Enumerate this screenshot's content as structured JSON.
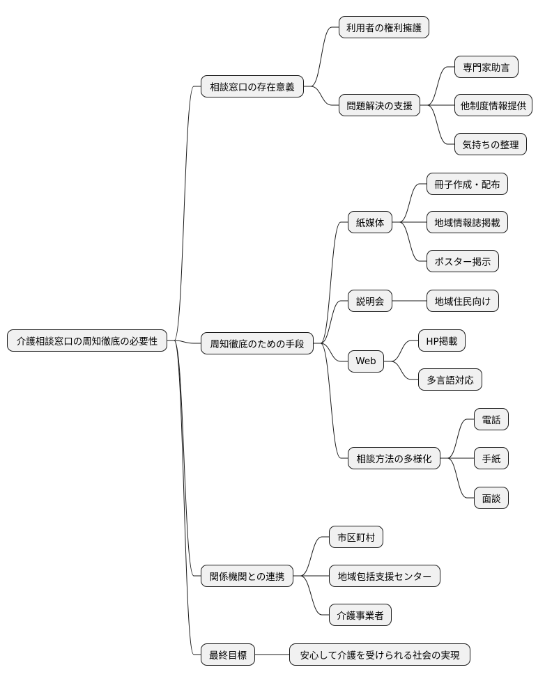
{
  "colors": {
    "node_fill": "#f1f1f1",
    "node_border": "#1a1a1a",
    "line": "#1a1a1a",
    "background": "#ffffff"
  },
  "mindmap": {
    "root": "介護相談窓口の周知徹底の必要性",
    "branches": [
      {
        "label": "相談窓口の存在意義",
        "children": [
          {
            "label": "利用者の権利擁護"
          },
          {
            "label": "問題解決の支援",
            "children": [
              "専門家助言",
              "他制度情報提供",
              "気持ちの整理"
            ]
          }
        ]
      },
      {
        "label": "周知徹底のための手段",
        "children": [
          {
            "label": "紙媒体",
            "children": [
              "冊子作成・配布",
              "地域情報誌掲載",
              "ポスター掲示"
            ]
          },
          {
            "label": "説明会",
            "children": [
              "地域住民向け"
            ]
          },
          {
            "label": "Web",
            "children": [
              "HP掲載",
              "多言語対応"
            ]
          },
          {
            "label": "相談方法の多様化",
            "children": [
              "電話",
              "手紙",
              "面談"
            ]
          }
        ]
      },
      {
        "label": "関係機関との連携",
        "children": [
          {
            "label": "市区町村"
          },
          {
            "label": "地域包括支援センター"
          },
          {
            "label": "介護事業者"
          }
        ]
      },
      {
        "label": "最終目標",
        "children": [
          {
            "label": "安心して介護を受けられる社会の実現"
          }
        ]
      }
    ]
  }
}
